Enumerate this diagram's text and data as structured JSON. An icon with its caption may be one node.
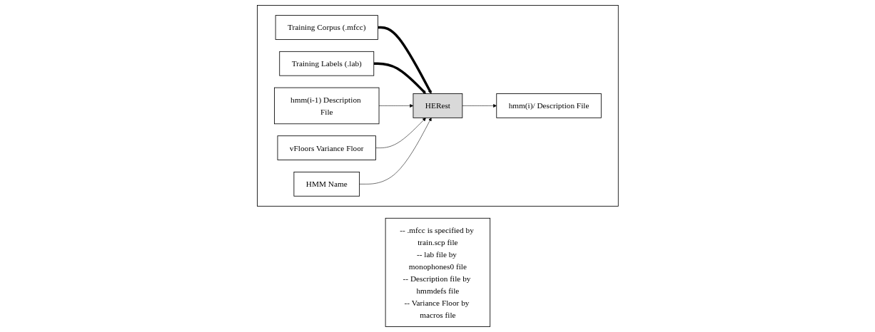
{
  "diagram": {
    "nodes": [
      {
        "text": [],
        "shape": "box"
      },
      {
        "text": [
          "Training Corpus (.mfcc)"
        ],
        "in": 0
      },
      {
        "text": [
          "Training Labels (.lab)"
        ],
        "in": 0
      },
      {
        "text": [
          "hmm(i-1) Description File"
        ],
        "in": 0
      },
      {
        "text": [
          "HERest"
        ],
        "in": 0
      },
      {
        "text": [
          "hmm(i)/ Description File"
        ],
        "in": 0
      },
      {
        "text": [
          "vFloors Variance Floor"
        ],
        "in": 0
      },
      {
        "text": [
          "HMM Name"
        ],
        "in": 0
      },
      {
        "text": [
          "-- .mfcc is specified by train.scp file",
          "-- lab file by monophones0 file",
          "-- Description file by hmmdefs file",
          "-- Variance Floor by macros file"
        ]
      }
    ],
    "edges": [
      {
        "from": 1,
        "to": 4,
        "arrow": "to",
        "style": "thick"
      },
      {
        "from": 2,
        "to": 4,
        "arrow": "to",
        "style": "thick"
      },
      {
        "from": 3,
        "to": 4,
        "arrow": "to"
      },
      {
        "from": 6,
        "to": 4,
        "arrow": "to"
      },
      {
        "from": 7,
        "to": 4,
        "arrow": "to"
      },
      {
        "from": 4,
        "to": 5,
        "arrow": "to"
      }
    ]
  }
}
